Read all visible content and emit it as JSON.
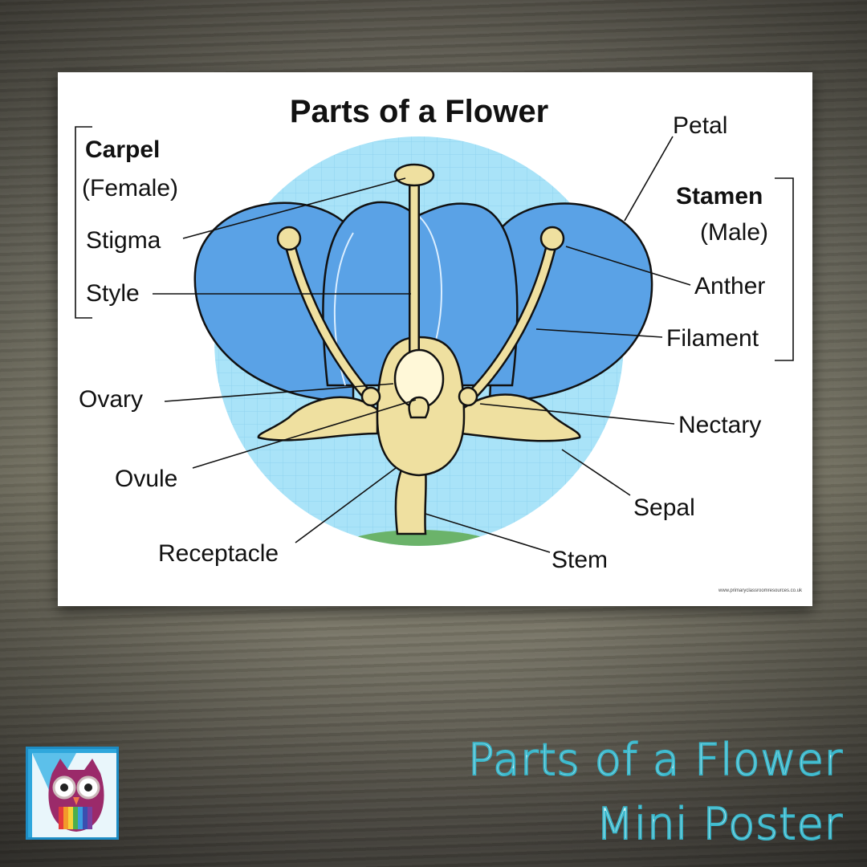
{
  "poster": {
    "title": "Parts of a Flower",
    "carpel": {
      "heading": "Carpel",
      "subheading": "(Female)",
      "parts": [
        "Stigma",
        "Style"
      ]
    },
    "stamen": {
      "heading": "Stamen",
      "subheading": "(Male)",
      "parts": [
        "Anther",
        "Filament"
      ]
    },
    "labels": {
      "petal": "Petal",
      "ovary": "Ovary",
      "nectary": "Nectary",
      "ovule": "Ovule",
      "sepal": "Sepal",
      "receptacle": "Receptacle",
      "stem": "Stem"
    },
    "url": "www.primaryclassroomresources.co.uk",
    "colors": {
      "petal": "#5aa2e6",
      "sepal": "#efe0a0",
      "background_circle": "#a9e3f8",
      "ground": "#6bb36a"
    }
  },
  "product_title": {
    "line1": "Parts of a Flower",
    "line2": "Mini Poster"
  }
}
